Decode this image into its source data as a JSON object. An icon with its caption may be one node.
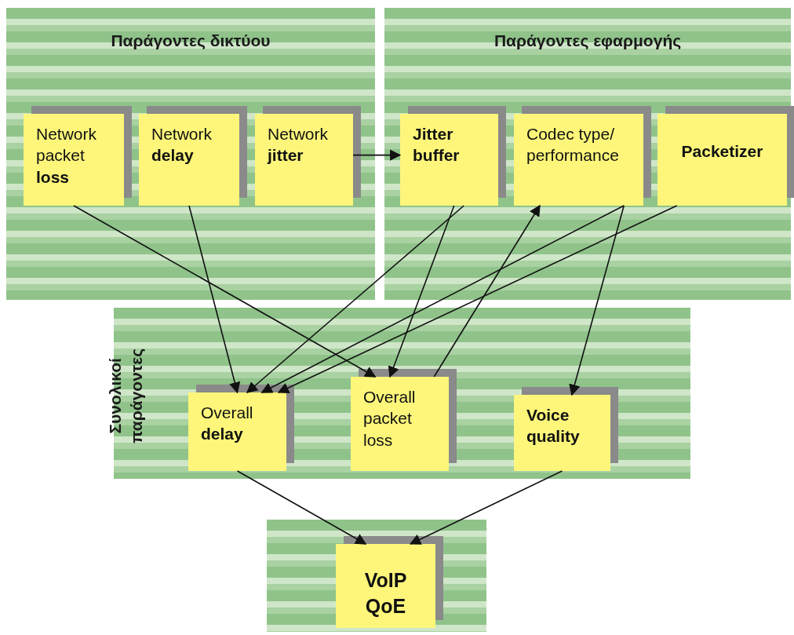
{
  "diagram": {
    "nodes": [
      {
        "text": [
          "Παράγοντες δικτύου"
        ]
      },
      {
        "text": [
          "Παράγοντες εφαρμογής"
        ]
      },
      {
        "text": [
          "Network packet **loss**"
        ],
        "in": 0
      },
      {
        "text": [
          "Network **delay**"
        ],
        "in": 0
      },
      {
        "text": [
          "Network **jitter**"
        ],
        "in": 0
      },
      {
        "text": [
          "Jitter buffer"
        ],
        "in": 1
      },
      {
        "text": [
          "Codec type/ performance"
        ],
        "in": 1
      },
      {
        "text": [
          "Packetizer"
        ],
        "in": 1
      },
      {
        "text": [
          "Συνολικοί παράγοντες"
        ]
      },
      {
        "text": [
          "Overall **delay**"
        ],
        "in": 8
      },
      {
        "text": [
          "Overall packet loss"
        ],
        "in": 8
      },
      {
        "text": [
          "Voice quality"
        ],
        "in": 8
      },
      {
        "text": [],
        "shape": "box"
      },
      {
        "text": [
          "VoIP QoE"
        ],
        "in": 12
      }
    ],
    "edges": [
      {
        "from": 4,
        "to": 5,
        "arrow": "to"
      },
      {
        "from": 2,
        "to": 10,
        "arrow": "to"
      },
      {
        "from": 3,
        "to": 9,
        "arrow": "to"
      },
      {
        "from": 5,
        "to": 9,
        "arrow": "to"
      },
      {
        "from": 5,
        "to": 10,
        "arrow": "to"
      },
      {
        "from": 10,
        "to": 6,
        "arrow": "to"
      },
      {
        "from": 6,
        "to": 9,
        "arrow": "to"
      },
      {
        "from": 6,
        "to": 11,
        "arrow": "to"
      },
      {
        "from": 7,
        "to": 9,
        "arrow": "to"
      },
      {
        "from": 9,
        "to": 13,
        "arrow": "to"
      },
      {
        "from": 11,
        "to": 13,
        "arrow": "to"
      }
    ]
  }
}
